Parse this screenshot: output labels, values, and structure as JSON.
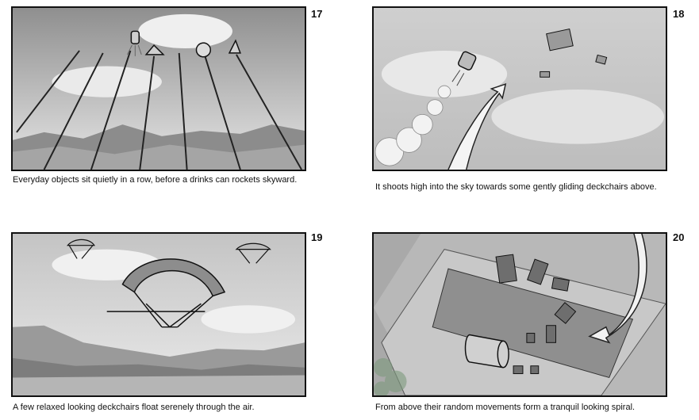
{
  "panels": [
    {
      "number": "17",
      "caption": "Everyday objects sit quietly in a row, before a drinks can rockets skyward."
    },
    {
      "number": "18",
      "caption": "It shoots high into the sky towards some gently gliding deckchairs above."
    },
    {
      "number": "19",
      "caption": "A few relaxed looking deckchairs float serenely through the air."
    },
    {
      "number": "20",
      "caption": "From above their random movements form a tranquil looking spiral."
    }
  ]
}
